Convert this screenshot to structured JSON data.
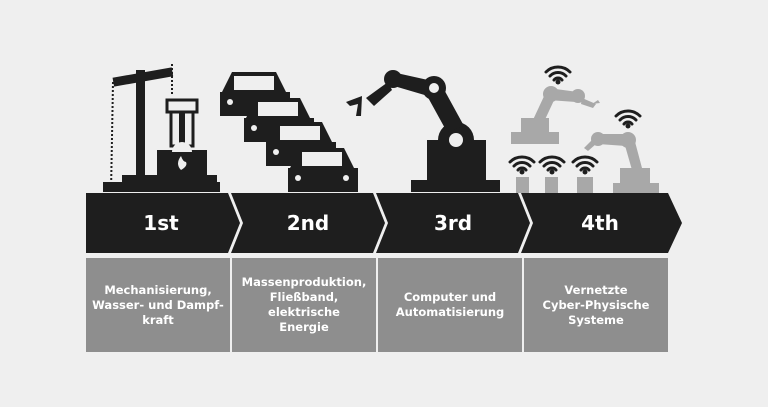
{
  "stages": [
    {
      "label": "1st",
      "description": "Mechanisierung,\nWasser- und Dampf-\nkraft",
      "icon": "steam-engine-icon"
    },
    {
      "label": "2nd",
      "description": "Massenproduktion,\nFließband, elektrische\nEnergie",
      "icon": "cars-assembly-icon"
    },
    {
      "label": "3rd",
      "description": "Computer und\nAutomatisierung",
      "icon": "robot-arm-icon"
    },
    {
      "label": "4th",
      "description": "Vernetzte\nCyber-Physische\nSysteme",
      "icon": "networked-robots-icon"
    }
  ],
  "colors": {
    "background": "#efefef",
    "arrow": "#1e1e1e",
    "box": "#8e8e8e",
    "icon": "#1e1e1e",
    "icon_light": "#a8a8a8"
  }
}
